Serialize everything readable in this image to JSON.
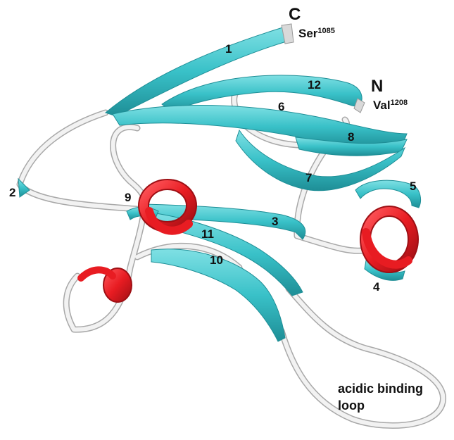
{
  "colors": {
    "strand": "#39C1C8",
    "strand_dark": "#1E8E96",
    "helix": "#E81C22",
    "helix_dark": "#9E0F14",
    "coil": "#ECECEC",
    "coil_edge": "#A8A8A8",
    "text": "#111111"
  },
  "termini": {
    "c": {
      "letter": "C",
      "residue": "Ser",
      "number": "1085"
    },
    "n": {
      "letter": "N",
      "residue": "Val",
      "number": "1208"
    }
  },
  "element_labels": [
    "1",
    "2",
    "3",
    "4",
    "5",
    "6",
    "7",
    "8",
    "9",
    "10",
    "11",
    "12"
  ],
  "loop_label": {
    "line1": "acidic binding",
    "line2": "loop"
  }
}
